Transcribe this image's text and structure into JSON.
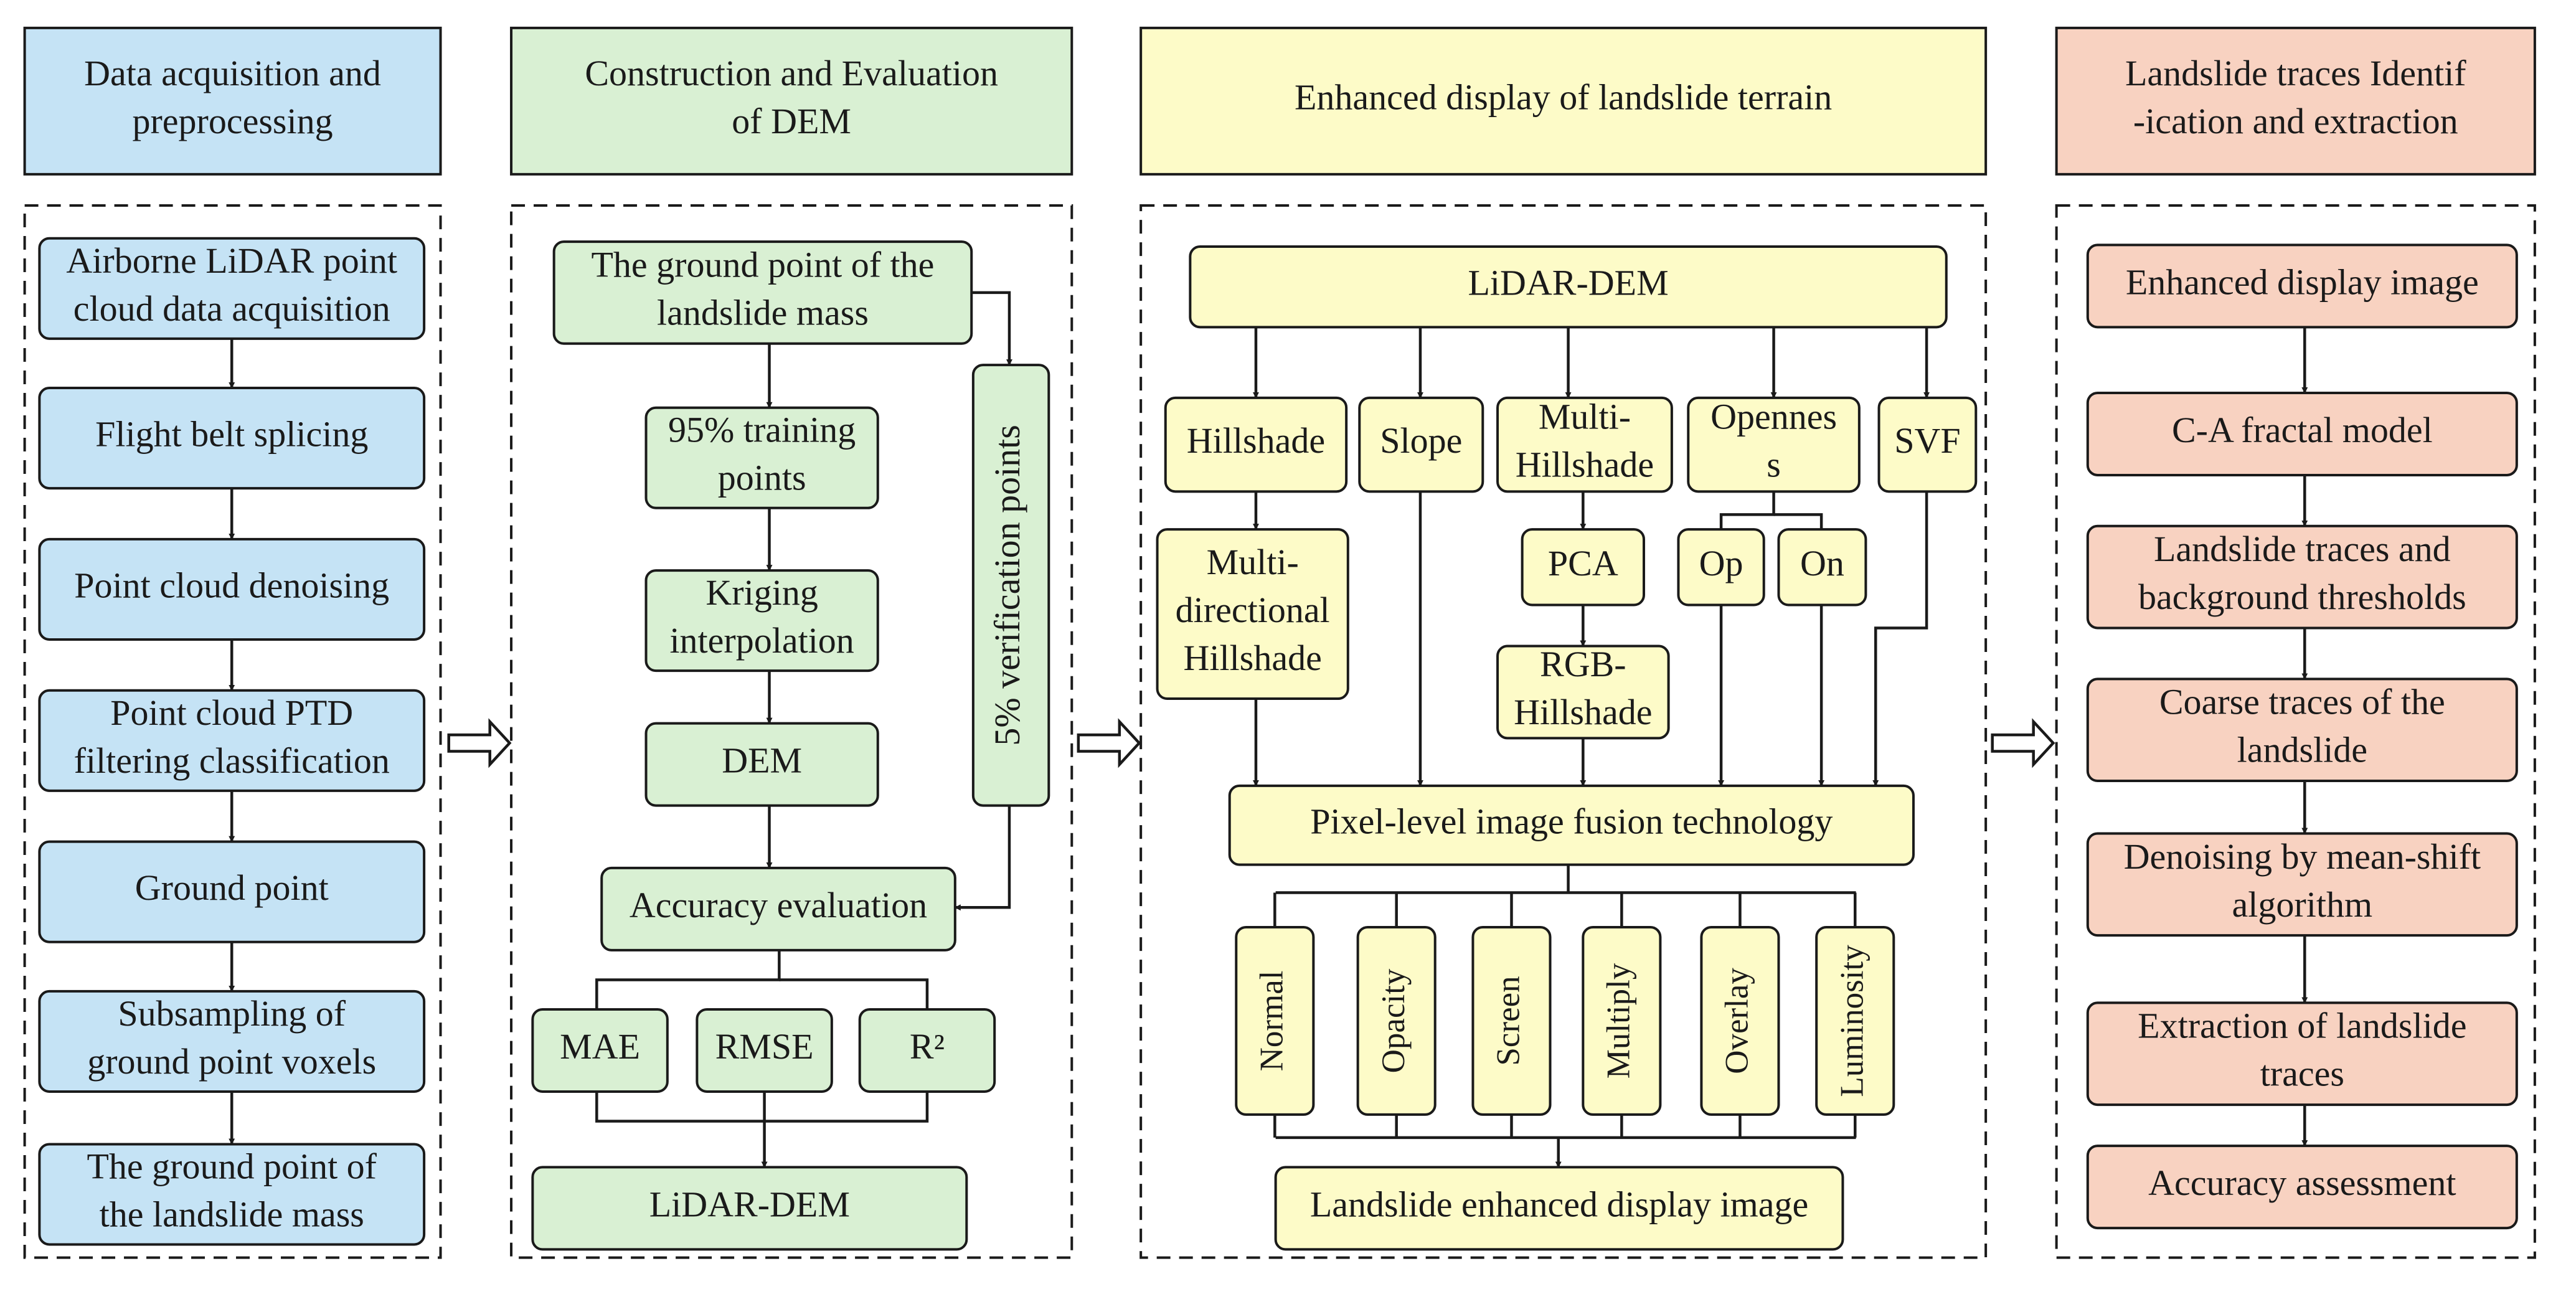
{
  "colors": {
    "blue": "#c5e3f5",
    "green": "#d9f0d3",
    "yellow": "#fdfbc8",
    "salmon": "#f8d2c1",
    "stroke": "#1a1a1a"
  },
  "columns": [
    {
      "header": [
        "Data acquisition and",
        "preprocessing"
      ],
      "steps": [
        [
          "Airborne LiDAR point",
          "cloud data acquisition"
        ],
        [
          "Flight belt splicing"
        ],
        [
          "Point cloud denoising"
        ],
        [
          "Point cloud PTD",
          "filtering classification"
        ],
        [
          "Ground point"
        ],
        [
          "Subsampling of",
          "ground point voxels"
        ],
        [
          "The ground point of",
          "the landslide mass"
        ]
      ]
    },
    {
      "header": [
        "Construction and Evaluation",
        "of DEM"
      ],
      "nodes": {
        "ground": [
          "The ground point of the",
          "landslide mass"
        ],
        "training": [
          "95% training",
          "points"
        ],
        "kriging": [
          "Kriging",
          "interpolation"
        ],
        "dem": [
          "DEM"
        ],
        "verification": "5% verification points",
        "accuracy": [
          "Accuracy evaluation"
        ],
        "mae": [
          "MAE"
        ],
        "rmse": [
          "RMSE"
        ],
        "r2": [
          "R²"
        ],
        "lidar_dem": [
          "LiDAR-DEM"
        ]
      }
    },
    {
      "header": [
        "Enhanced display of landslide terrain"
      ],
      "nodes": {
        "lidar_dem": [
          "LiDAR-DEM"
        ],
        "hillshade": [
          "Hillshade"
        ],
        "slope": [
          "Slope"
        ],
        "multi_hillshade": [
          "Multi-",
          "Hillshade"
        ],
        "openness": [
          "Opennes",
          "s"
        ],
        "svf": [
          "SVF"
        ],
        "multidir": [
          "Multi-",
          "directional",
          "Hillshade"
        ],
        "pca": [
          "PCA"
        ],
        "op": [
          "Op"
        ],
        "on": [
          "On"
        ],
        "rgb": [
          "RGB-",
          "Hillshade"
        ],
        "fusion": [
          "Pixel-level image fusion technology"
        ],
        "blend_modes": [
          "Normal",
          "Opacity",
          "Screen",
          "Multiply",
          "Overlay",
          "Luminosity"
        ],
        "output": [
          "Landslide enhanced display image"
        ]
      }
    },
    {
      "header": [
        "Landslide traces Identif",
        "-ication and extraction"
      ],
      "steps": [
        [
          "Enhanced display image"
        ],
        [
          "C-A fractal model"
        ],
        [
          "Landslide traces and",
          "background thresholds"
        ],
        [
          "Coarse traces of the",
          "landslide"
        ],
        [
          "Denoising by mean-shift",
          "algorithm"
        ],
        [
          "Extraction of landslide",
          "traces"
        ],
        [
          "Accuracy assessment"
        ]
      ]
    }
  ]
}
